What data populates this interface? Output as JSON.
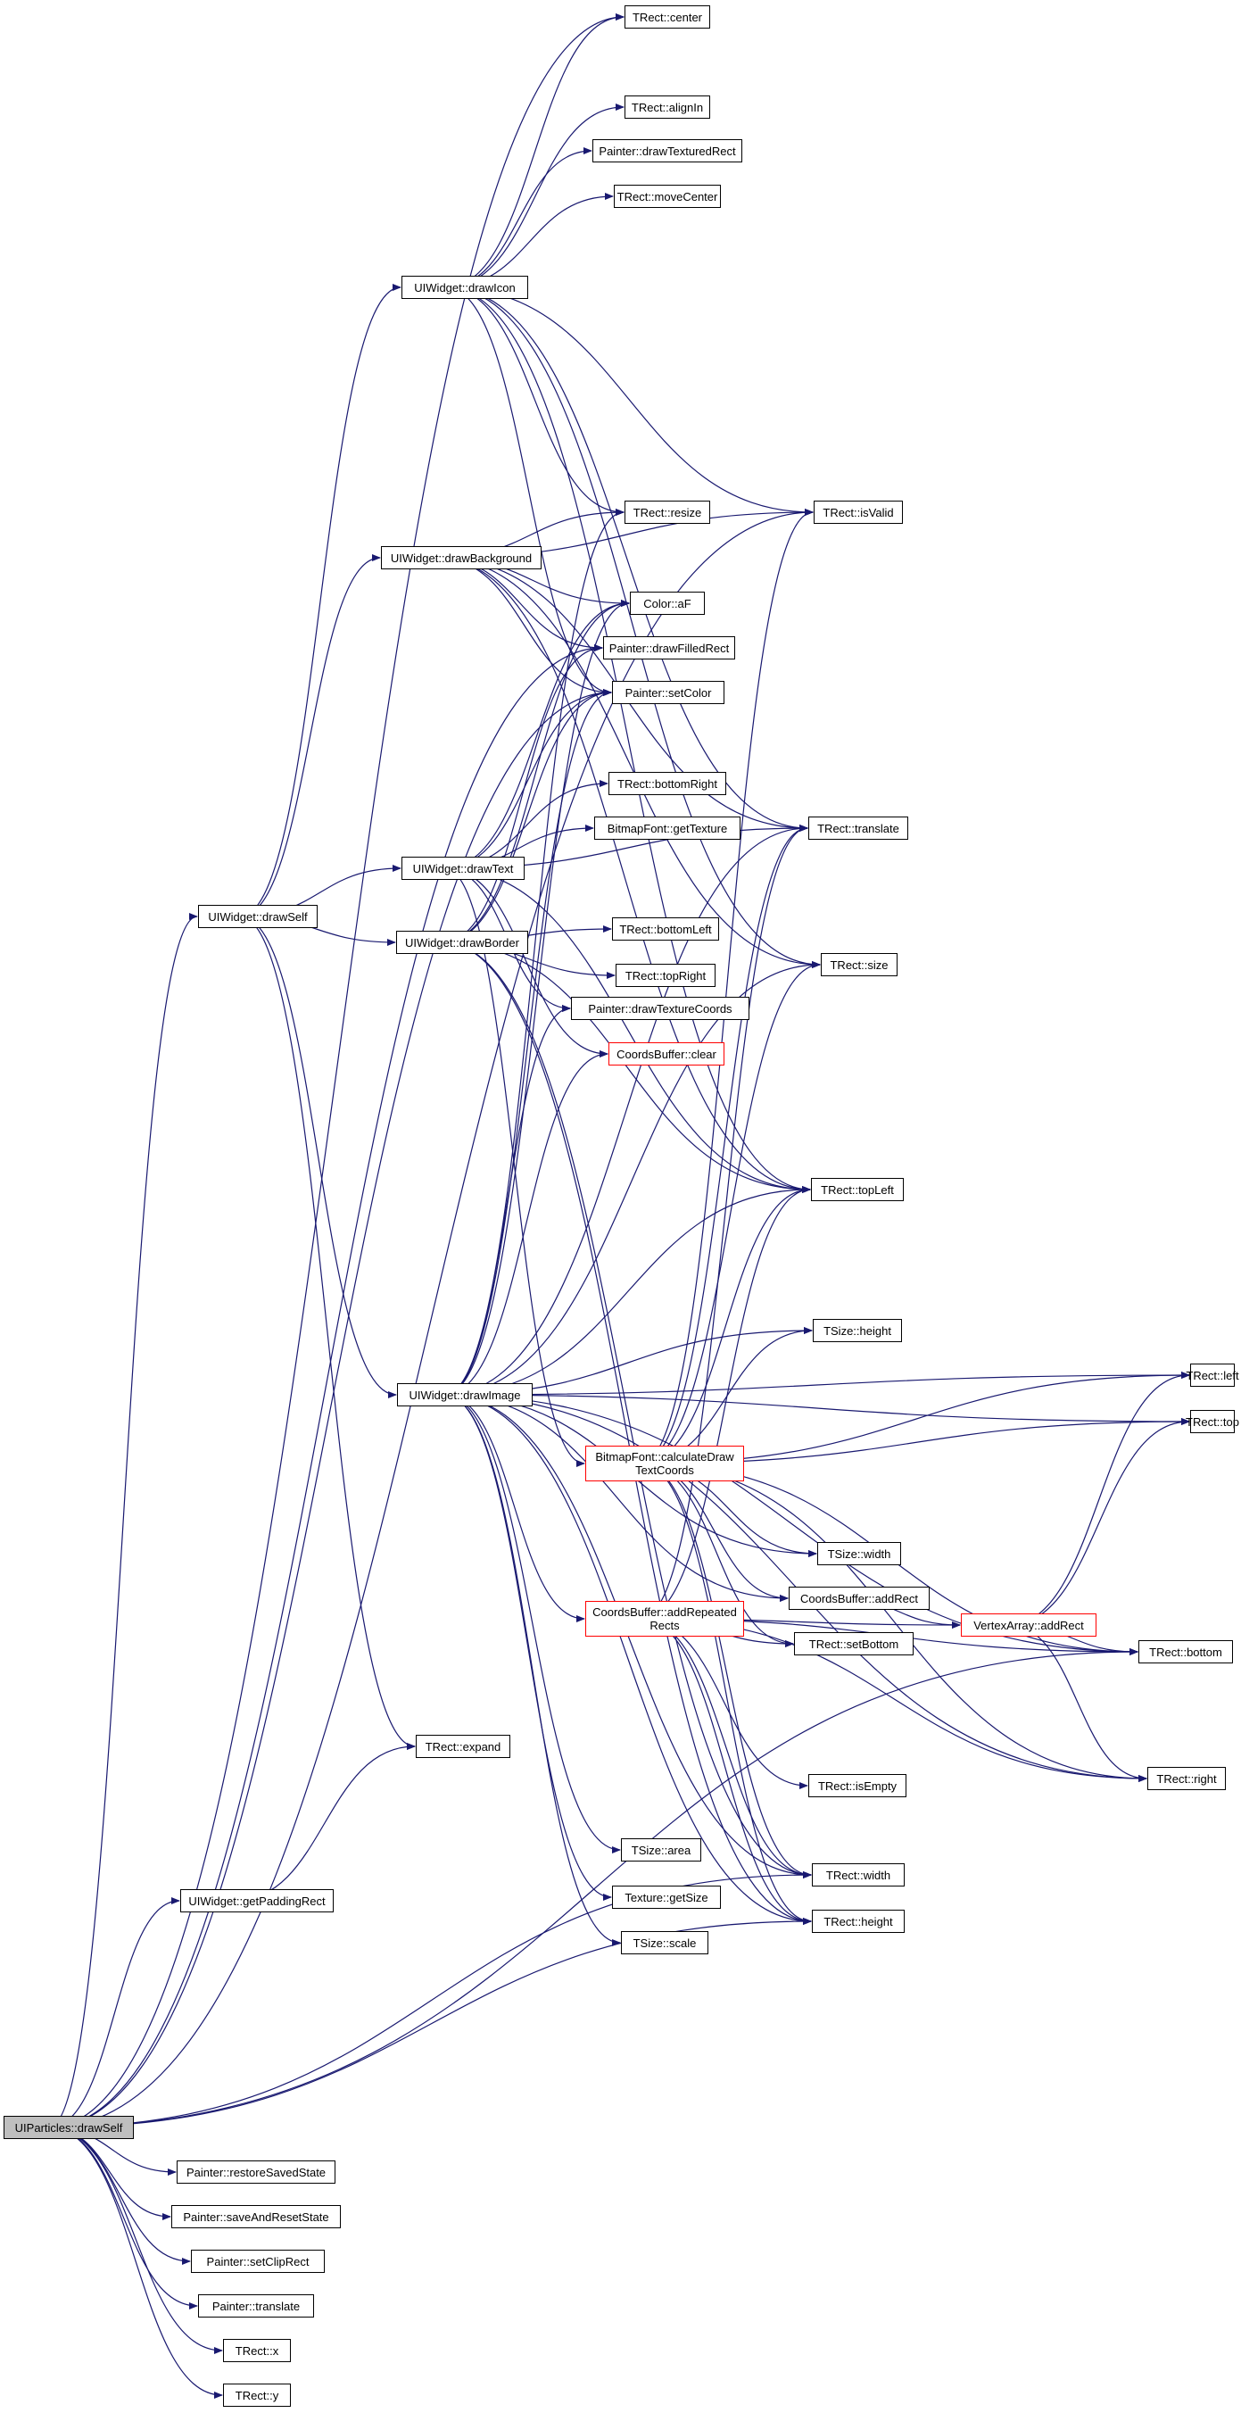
{
  "graph": {
    "root": "UIParticles::drawSelf",
    "nodes": {
      "tcenter": {
        "label": "TRect::center",
        "style": "normal"
      },
      "talignin": {
        "label": "TRect::alignIn",
        "style": "normal"
      },
      "pdrawtexrect": {
        "label": "Painter::drawTexturedRect",
        "style": "normal"
      },
      "tmovecenter": {
        "label": "TRect::moveCenter",
        "style": "normal"
      },
      "uidrawicon": {
        "label": "UIWidget::drawIcon",
        "style": "normal"
      },
      "tisvalid": {
        "label": "TRect::isValid",
        "style": "normal"
      },
      "tresize": {
        "label": "TRect::resize",
        "style": "normal"
      },
      "uidrawbg": {
        "label": "UIWidget::drawBackground",
        "style": "normal"
      },
      "caf": {
        "label": "Color::aF",
        "style": "normal"
      },
      "pdrawfilled": {
        "label": "Painter::drawFilledRect",
        "style": "normal"
      },
      "psetcolor": {
        "label": "Painter::setColor",
        "style": "normal"
      },
      "tbottomright": {
        "label": "TRect::bottomRight",
        "style": "normal"
      },
      "ttranslate": {
        "label": "TRect::translate",
        "style": "normal"
      },
      "bfgettex": {
        "label": "BitmapFont::getTexture",
        "style": "normal"
      },
      "uidrawtext": {
        "label": "UIWidget::drawText",
        "style": "normal"
      },
      "uidrawself": {
        "label": "UIWidget::drawSelf",
        "style": "normal"
      },
      "tbottomleft": {
        "label": "TRect::bottomLeft",
        "style": "normal"
      },
      "uidrawborder": {
        "label": "UIWidget::drawBorder",
        "style": "normal"
      },
      "tsize": {
        "label": "TRect::size",
        "style": "normal"
      },
      "ttopright": {
        "label": "TRect::topRight",
        "style": "normal"
      },
      "pdrawtexcoords": {
        "label": "Painter::drawTextureCoords",
        "style": "normal"
      },
      "cbclear": {
        "label": "CoordsBuffer::clear",
        "style": "red"
      },
      "ttopleft": {
        "label": "TRect::topLeft",
        "style": "normal"
      },
      "tsheight": {
        "label": "TSize::height",
        "style": "normal"
      },
      "tleft": {
        "label": "TRect::left",
        "style": "normal"
      },
      "uidrawimage": {
        "label": "UIWidget::drawImage",
        "style": "normal"
      },
      "bfcalc": {
        "label": "BitmapFont::calculateDraw\nTextCoords",
        "style": "red"
      },
      "ttop": {
        "label": "TRect::top",
        "style": "normal"
      },
      "tswidth": {
        "label": "TSize::width",
        "style": "normal"
      },
      "cbaddrect": {
        "label": "CoordsBuffer::addRect",
        "style": "normal"
      },
      "cbaddrep": {
        "label": "CoordsBuffer::addRepeated\nRects",
        "style": "red"
      },
      "vaaddrect": {
        "label": "VertexArray::addRect",
        "style": "red"
      },
      "tsetbottom": {
        "label": "TRect::setBottom",
        "style": "normal"
      },
      "tbottom": {
        "label": "TRect::bottom",
        "style": "normal"
      },
      "texpand": {
        "label": "TRect::expand",
        "style": "normal"
      },
      "tisempty": {
        "label": "TRect::isEmpty",
        "style": "normal"
      },
      "tright": {
        "label": "TRect::right",
        "style": "normal"
      },
      "tsarea": {
        "label": "TSize::area",
        "style": "normal"
      },
      "twidth": {
        "label": "TRect::width",
        "style": "normal"
      },
      "uigetpadding": {
        "label": "UIWidget::getPaddingRect",
        "style": "normal"
      },
      "texgetsize": {
        "label": "Texture::getSize",
        "style": "normal"
      },
      "theight": {
        "label": "TRect::height",
        "style": "normal"
      },
      "tsscale": {
        "label": "TSize::scale",
        "style": "normal"
      },
      "uipdrawself": {
        "label": "UIParticles::drawSelf",
        "style": "root"
      },
      "prestore": {
        "label": "Painter::restoreSavedState",
        "style": "normal"
      },
      "psavereset": {
        "label": "Painter::saveAndResetState",
        "style": "normal"
      },
      "psetclip": {
        "label": "Painter::setClipRect",
        "style": "normal"
      },
      "ptranslate": {
        "label": "Painter::translate",
        "style": "normal"
      },
      "tx": {
        "label": "TRect::x",
        "style": "normal"
      },
      "ty": {
        "label": "TRect::y",
        "style": "normal"
      }
    },
    "edges": [
      [
        "uipdrawself",
        "uidrawself"
      ],
      [
        "uipdrawself",
        "uigetpadding"
      ],
      [
        "uipdrawself",
        "tcenter"
      ],
      [
        "uipdrawself",
        "tisvalid"
      ],
      [
        "uipdrawself",
        "pdrawfilled"
      ],
      [
        "uipdrawself",
        "psetcolor"
      ],
      [
        "uipdrawself",
        "tbottom"
      ],
      [
        "uipdrawself",
        "twidth"
      ],
      [
        "uipdrawself",
        "theight"
      ],
      [
        "uipdrawself",
        "prestore"
      ],
      [
        "uipdrawself",
        "psavereset"
      ],
      [
        "uipdrawself",
        "psetclip"
      ],
      [
        "uipdrawself",
        "ptranslate"
      ],
      [
        "uipdrawself",
        "tx"
      ],
      [
        "uipdrawself",
        "ty"
      ],
      [
        "uidrawself",
        "uidrawicon"
      ],
      [
        "uidrawself",
        "uidrawbg"
      ],
      [
        "uidrawself",
        "uidrawtext"
      ],
      [
        "uidrawself",
        "uidrawborder"
      ],
      [
        "uidrawself",
        "uidrawimage"
      ],
      [
        "uidrawself",
        "texpand"
      ],
      [
        "uigetpadding",
        "texpand"
      ],
      [
        "uidrawicon",
        "tcenter"
      ],
      [
        "uidrawicon",
        "talignin"
      ],
      [
        "uidrawicon",
        "pdrawtexrect"
      ],
      [
        "uidrawicon",
        "tmovecenter"
      ],
      [
        "uidrawicon",
        "tresize"
      ],
      [
        "uidrawicon",
        "tisvalid"
      ],
      [
        "uidrawicon",
        "psetcolor"
      ],
      [
        "uidrawicon",
        "ttranslate"
      ],
      [
        "uidrawicon",
        "tsize"
      ],
      [
        "uidrawicon",
        "ttopleft"
      ],
      [
        "uidrawbg",
        "tresize"
      ],
      [
        "uidrawbg",
        "caf"
      ],
      [
        "uidrawbg",
        "pdrawfilled"
      ],
      [
        "uidrawbg",
        "psetcolor"
      ],
      [
        "uidrawbg",
        "ttranslate"
      ],
      [
        "uidrawbg",
        "tsize"
      ],
      [
        "uidrawbg",
        "ttopleft"
      ],
      [
        "uidrawbg",
        "tisvalid"
      ],
      [
        "uidrawtext",
        "caf"
      ],
      [
        "uidrawtext",
        "psetcolor"
      ],
      [
        "uidrawtext",
        "tbottomright"
      ],
      [
        "uidrawtext",
        "bfgettex"
      ],
      [
        "uidrawtext",
        "ttranslate"
      ],
      [
        "uidrawtext",
        "pdrawtexcoords"
      ],
      [
        "uidrawtext",
        "cbclear"
      ],
      [
        "uidrawtext",
        "bfcalc"
      ],
      [
        "uidrawtext",
        "ttopleft"
      ],
      [
        "uidrawborder",
        "caf"
      ],
      [
        "uidrawborder",
        "pdrawfilled"
      ],
      [
        "uidrawborder",
        "psetcolor"
      ],
      [
        "uidrawborder",
        "tbottomleft"
      ],
      [
        "uidrawborder",
        "ttopright"
      ],
      [
        "uidrawborder",
        "ttopleft"
      ],
      [
        "uidrawborder",
        "twidth"
      ],
      [
        "uidrawborder",
        "theight"
      ],
      [
        "uidrawimage",
        "tresize"
      ],
      [
        "uidrawimage",
        "caf"
      ],
      [
        "uidrawimage",
        "psetcolor"
      ],
      [
        "uidrawimage",
        "ttranslate"
      ],
      [
        "uidrawimage",
        "tsize"
      ],
      [
        "uidrawimage",
        "pdrawtexcoords"
      ],
      [
        "uidrawimage",
        "cbclear"
      ],
      [
        "uidrawimage",
        "ttopleft"
      ],
      [
        "uidrawimage",
        "tsheight"
      ],
      [
        "uidrawimage",
        "tleft"
      ],
      [
        "uidrawimage",
        "ttop"
      ],
      [
        "uidrawimage",
        "tswidth"
      ],
      [
        "uidrawimage",
        "cbaddrect"
      ],
      [
        "uidrawimage",
        "cbaddrep"
      ],
      [
        "uidrawimage",
        "tsarea"
      ],
      [
        "uidrawimage",
        "texgetsize"
      ],
      [
        "uidrawimage",
        "tsscale"
      ],
      [
        "uidrawimage",
        "twidth"
      ],
      [
        "uidrawimage",
        "theight"
      ],
      [
        "uidrawimage",
        "tbottom"
      ],
      [
        "uidrawimage",
        "tright"
      ],
      [
        "bfcalc",
        "tisvalid"
      ],
      [
        "bfcalc",
        "ttranslate"
      ],
      [
        "bfcalc",
        "tsize"
      ],
      [
        "bfcalc",
        "ttopleft"
      ],
      [
        "bfcalc",
        "tsheight"
      ],
      [
        "bfcalc",
        "tleft"
      ],
      [
        "bfcalc",
        "ttop"
      ],
      [
        "bfcalc",
        "tswidth"
      ],
      [
        "bfcalc",
        "cbaddrect"
      ],
      [
        "bfcalc",
        "tsetbottom"
      ],
      [
        "bfcalc",
        "tbottom"
      ],
      [
        "bfcalc",
        "tright"
      ],
      [
        "bfcalc",
        "twidth"
      ],
      [
        "bfcalc",
        "theight"
      ],
      [
        "cbaddrep",
        "ttranslate"
      ],
      [
        "cbaddrep",
        "ttopleft"
      ],
      [
        "cbaddrep",
        "tsetbottom"
      ],
      [
        "cbaddrep",
        "vaaddrect"
      ],
      [
        "cbaddrep",
        "tbottom"
      ],
      [
        "cbaddrep",
        "tisempty"
      ],
      [
        "cbaddrep",
        "tright"
      ],
      [
        "cbaddrep",
        "twidth"
      ],
      [
        "cbaddrep",
        "theight"
      ],
      [
        "cbaddrect",
        "vaaddrect"
      ],
      [
        "vaaddrect",
        "tleft"
      ],
      [
        "vaaddrect",
        "ttop"
      ],
      [
        "vaaddrect",
        "tbottom"
      ],
      [
        "vaaddrect",
        "tright"
      ]
    ]
  }
}
